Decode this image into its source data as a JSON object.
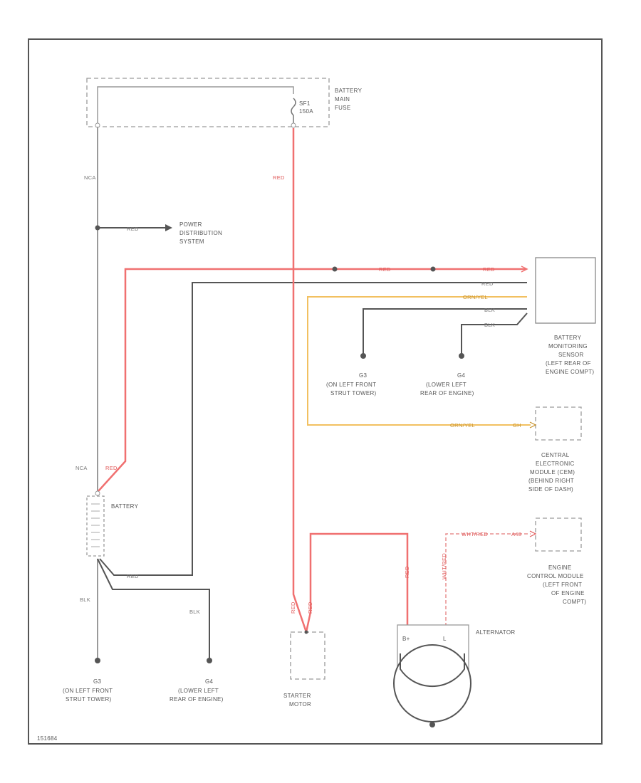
{
  "colors": {
    "red_wire": "#f07070",
    "black_wire": "#555555",
    "gray_wire": "#9a9a9a",
    "orange_wire": "#f2c060",
    "box_stroke": "#9a9a9a",
    "text": "#555555"
  },
  "components": {
    "battery_main_fuse": {
      "label_lines": [
        "BATTERY",
        "MAIN",
        "FUSE"
      ],
      "fuse_id": "SF1",
      "fuse_rating": "150A"
    },
    "power_distribution": {
      "label_lines": [
        "POWER",
        "DISTRIBUTION",
        "SYSTEM"
      ]
    },
    "battery_monitoring_sensor": {
      "label_lines": [
        "BATTERY",
        "MONITORING",
        "SENSOR",
        "(LEFT REAR OF",
        "ENGINE COMPT)"
      ]
    },
    "cem": {
      "label_lines": [
        "CENTRAL",
        "ELECTRONIC",
        "MODULE (CEM)",
        "(BEHIND RIGHT",
        "SIDE OF DASH)"
      ]
    },
    "ecm": {
      "label_lines": [
        "ENGINE",
        "CONTROL MODULE",
        "(LEFT FRONT",
        "OF ENGINE",
        "COMPT)"
      ]
    },
    "battery": {
      "label": "BATTERY"
    },
    "starter": {
      "label_lines": [
        "STARTER",
        "MOTOR"
      ]
    },
    "alternator": {
      "label": "ALTERNATOR",
      "terminal_bplus": "B+",
      "terminal_l": "L"
    }
  },
  "grounds": {
    "g3_upper": {
      "id": "G3",
      "lines": [
        "(ON LEFT FRONT",
        "STRUT TOWER)"
      ]
    },
    "g4_upper": {
      "id": "G4",
      "lines": [
        "(LOWER LEFT",
        "REAR OF ENGINE)"
      ]
    },
    "g3_lower": {
      "id": "G3",
      "lines": [
        "(ON LEFT FRONT",
        "STRUT TOWER)"
      ]
    },
    "g4_lower": {
      "id": "G4",
      "lines": [
        "(LOWER LEFT",
        "REAR OF ENGINE)"
      ]
    }
  },
  "wires": {
    "nca_top": "NCA",
    "red_fuse": "RED",
    "pds_wire": "RED",
    "red_mid": "RED",
    "red_sensor": "RED",
    "sensor_red2": "RED",
    "orn_yel": "ORN/YEL",
    "blk_a": "BLK",
    "blk_b": "BLK",
    "orn_yel_cem": "ORN/YEL",
    "cem_pin": "GH",
    "wht_red": "WHT/RED",
    "ecm_pin": "A48",
    "wht_red_v": "WHT/RED",
    "nca_bat": "NCA",
    "red_bat": "RED",
    "blk_bat": "BLK",
    "blk_g4": "BLK",
    "starter_red1": "RED",
    "starter_red2": "RED",
    "alt_red": "RED",
    "bat_gnd": "RED"
  },
  "footer_code": "151684"
}
